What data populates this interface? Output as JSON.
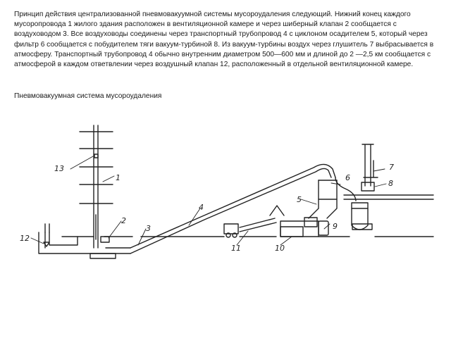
{
  "text": {
    "paragraph": "Принцип действия централизованной пневмовакуумной системы мусороудаления следующий. Нижний конец каждого мусоропровода 1 жилого здания расположен в вентиляционной камере и через шиберный клапан 2 сообщается с воздуховодом 3. Все воздуховоды соединены через транспортный трубопровод 4 с циклоном осадителем 5, который через фильтр 6 сообщается с побудителем тяги вакуум-турбиной 8. Из вакуум-турбины воздух через глушитель 7 выбрасывается в атмосферу. Транспортный трубопровод 4 обычно внутренним диаметром 500—600 мм и длиной до 2 —2,5 км сообщается с атмосферой в каждом ответвлении через воздушный клапан 12, расположенный в отдельной вентиляционной камере.",
    "caption": "Пневмовакуумная система мусороудаления"
  },
  "figure": {
    "labels": {
      "l1": "1",
      "l2": "2",
      "l3": "3",
      "l4": "4",
      "l5": "5",
      "l6": "6",
      "l7": "7",
      "l8": "8",
      "l9": "9",
      "l10": "10",
      "l11": "11",
      "l12": "12",
      "l13": "13"
    }
  }
}
